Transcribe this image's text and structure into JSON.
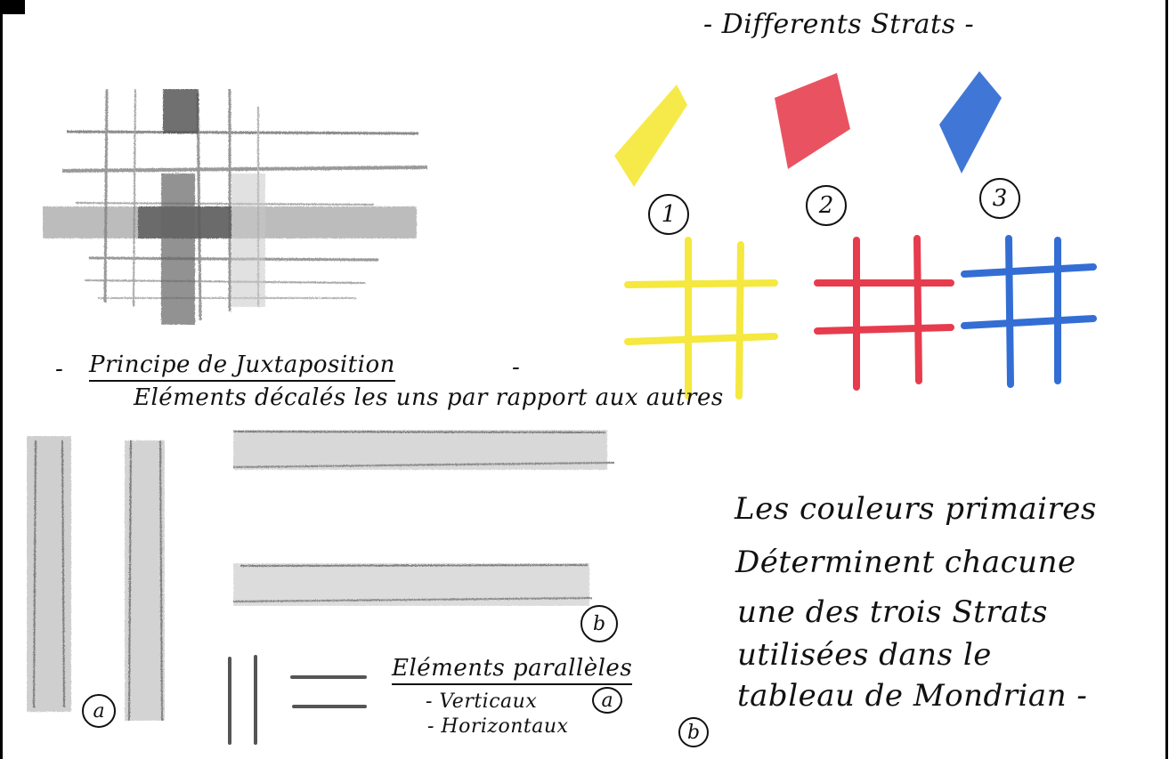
{
  "title": "- Differents Strats -",
  "strat_labels": [
    "1",
    "2",
    "3"
  ],
  "colors": {
    "yellow": "#f5e62a",
    "red": "#e4283a",
    "blue": "#1f5fd0",
    "pencil": "#555555"
  },
  "principle": {
    "heading": "Principe de Juxtaposition",
    "dash_left": "-",
    "dash_right": "-",
    "subtitle": "Eléments décalés les uns par rapport aux autres"
  },
  "parallel": {
    "heading": "Eléments parallèles",
    "vertical": "- Verticaux",
    "horizontal": "- Horizontaux",
    "label_a": "a",
    "label_b": "b"
  },
  "note": {
    "line1": "Les couleurs primaires",
    "line2": "Déterminent chacune",
    "line3": "une des trois Strats",
    "line4": "utilisées dans le",
    "line5": "tableau de Mondrian -"
  },
  "sketch_labels": {
    "a": "a",
    "b": "b"
  }
}
